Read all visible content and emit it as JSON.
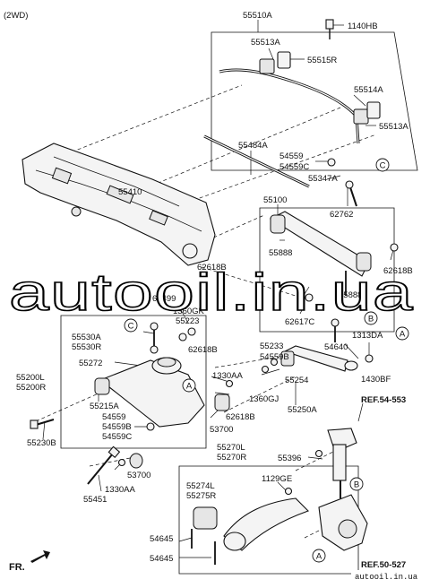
{
  "header": {
    "variant": "(2WD)"
  },
  "labels": {
    "p55510A": "55510A",
    "p1140HB": "1140HB",
    "p55513A_top": "55513A",
    "p55515R": "55515R",
    "p55514A": "55514A",
    "p55513A_right": "55513A",
    "p55484A": "55484A",
    "p54559": "54559",
    "p54559C_top": "54559C",
    "p55347A": "55347A",
    "p55410": "55410",
    "p55100": "55100",
    "p62762": "62762",
    "p55888_a": "55888",
    "p62618B_a": "62618B",
    "p62618B_b": "62618B",
    "p55888_b": "55888",
    "p62617C": "62617C",
    "p62499": "62499",
    "p1360GK": "1360GK",
    "p55223": "55223",
    "p55530A": "55530A",
    "p55530R": "55530R",
    "p62618B_c": "62618B",
    "p55233": "55233",
    "p54559B_top": "54559B",
    "p54640": "54640",
    "p1313DA": "1313DA",
    "p55272": "55272",
    "p1330AA_top": "1330AA",
    "p55254": "55254",
    "p1430BF": "1430BF",
    "p55200L": "55200L",
    "p55200R": "55200R",
    "p1360GJ": "1360GJ",
    "p55215A": "55215A",
    "p55250A": "55250A",
    "p54559_mid": "54559",
    "p54559B_mid": "54559B",
    "p54559C_mid": "54559C",
    "p62618B_d": "62618B",
    "p53700_a": "53700",
    "p55230B": "55230B",
    "ref_top": "REF.54-553",
    "p55270L": "55270L",
    "p55270R": "55270R",
    "p55396": "55396",
    "p53700_b": "53700",
    "p1330AA_bot": "1330AA",
    "p55451": "55451",
    "p1129GE": "1129GE",
    "p55274L": "55274L",
    "p55275R": "55275R",
    "p54645_a": "54645",
    "p54645_b": "54645",
    "ref_bot": "REF.50-527",
    "front": "FR."
  },
  "markers": {
    "A": "A",
    "B": "B",
    "C": "C"
  },
  "watermark": {
    "main": "autooil.in.ua",
    "small": "autooil.in.ua"
  }
}
